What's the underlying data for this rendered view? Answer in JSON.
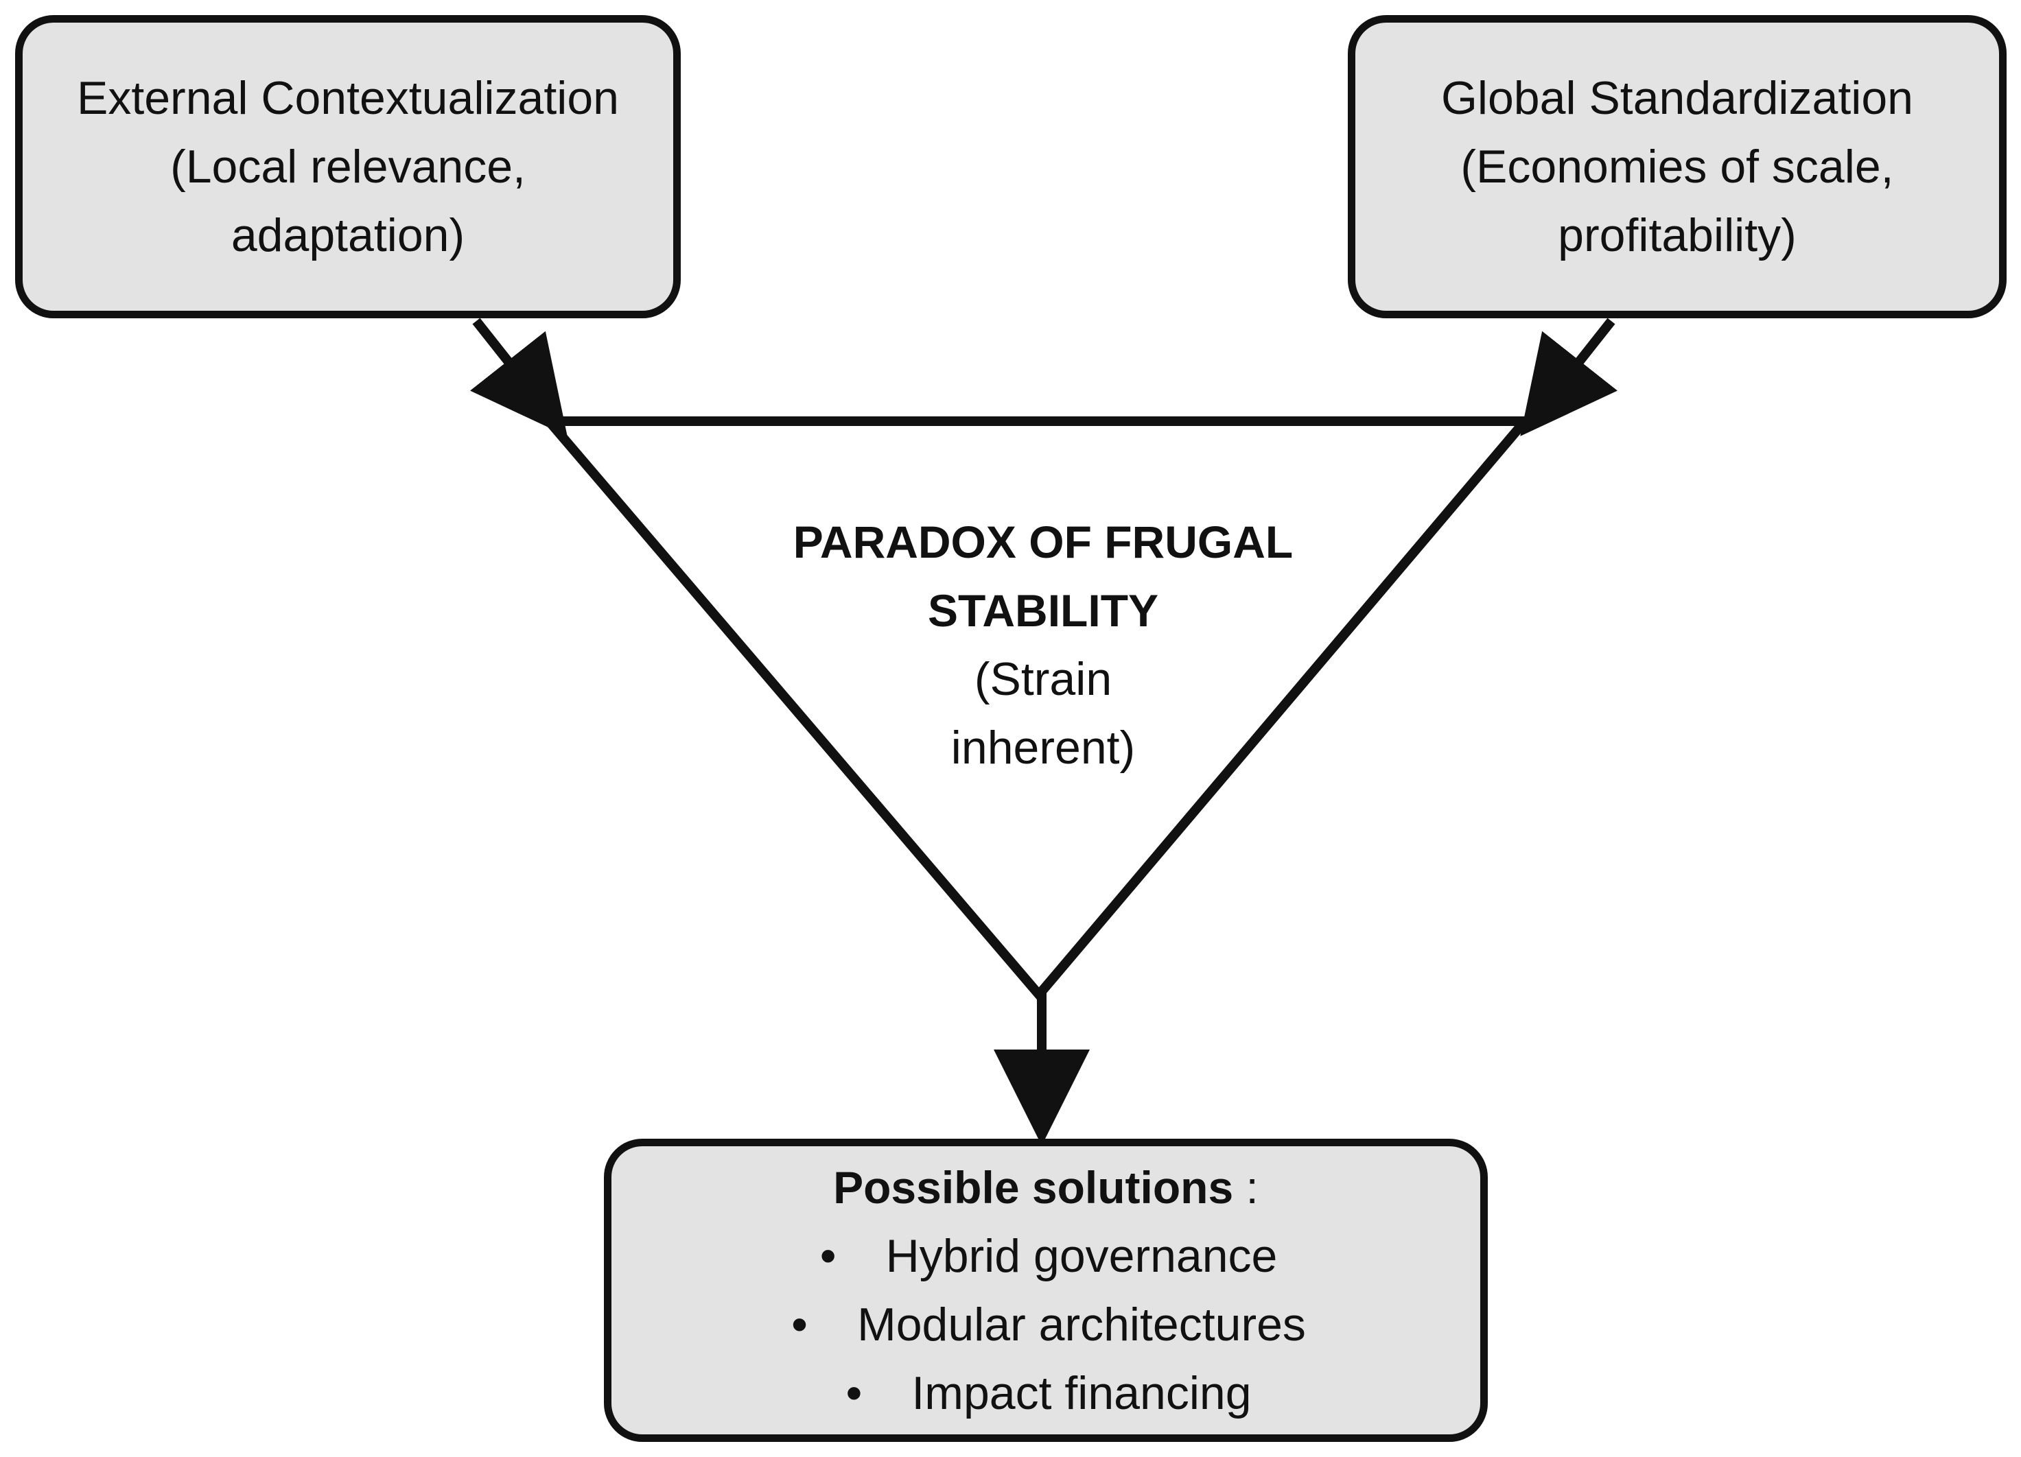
{
  "left_box": {
    "line1": "External Contextualization",
    "line2": "(Local relevance,",
    "line3": "adaptation)"
  },
  "right_box": {
    "line1": "Global Standardization",
    "line2": "(Economies of scale,",
    "line3": "profitability)"
  },
  "center": {
    "title_line1": "PARADOX OF FRUGAL",
    "title_line2": "STABILITY",
    "sub_line1": "(Strain",
    "sub_line2": "inherent)"
  },
  "solutions": {
    "title": "Possible solutions",
    "colon": " :",
    "bullet": "•",
    "items": [
      "Hybrid governance",
      "Modular architectures",
      "Impact financing"
    ]
  },
  "colors": {
    "box_fill": "#e3e3e3",
    "stroke": "#111111",
    "background": "#ffffff"
  }
}
